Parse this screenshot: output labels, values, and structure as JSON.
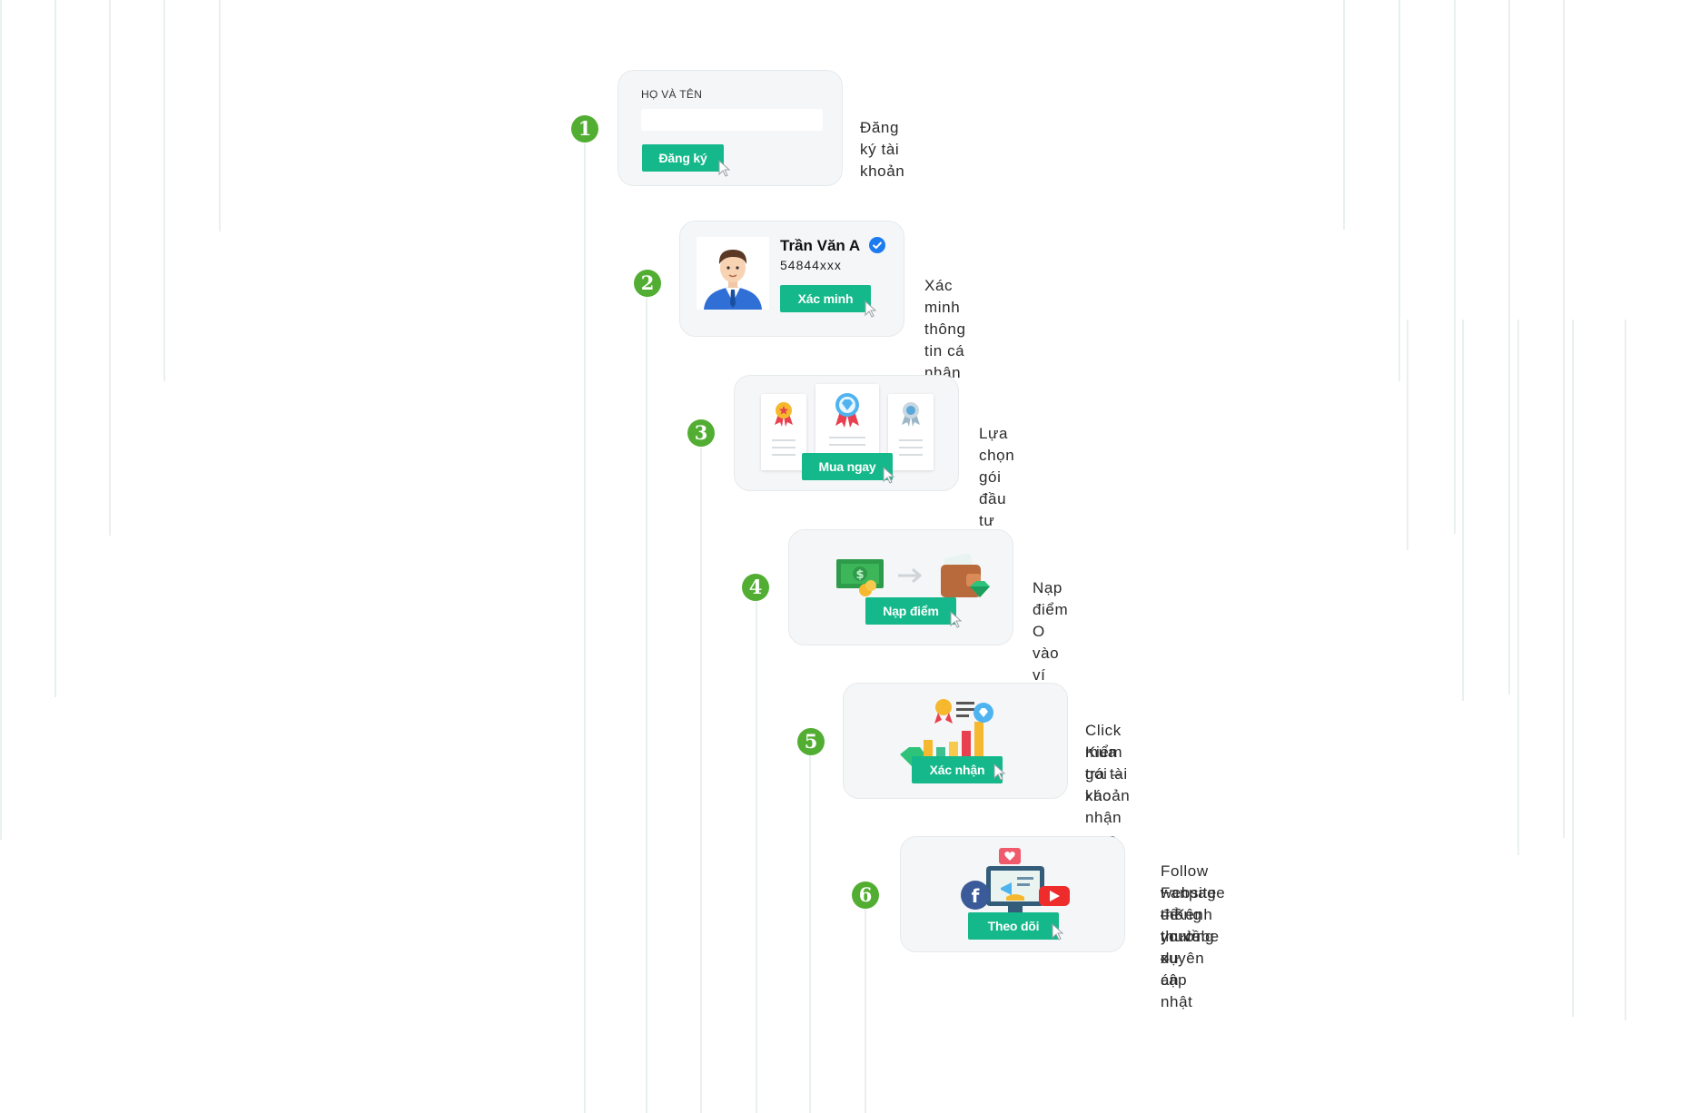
{
  "steps": [
    {
      "number": "1",
      "description": "Đăng ký tài khoản",
      "field_label": "HỌ VÀ TÊN",
      "button": "Đăng ký"
    },
    {
      "number": "2",
      "description": "Xác minh thông tin cá nhân",
      "name": "Trần Văn A",
      "id_number": "54844xxx",
      "button": "Xác minh"
    },
    {
      "number": "3",
      "description": "Lựa chọn gói đầu tư phù hợp",
      "button": "Mua ngay"
    },
    {
      "number": "4",
      "description": "Nạp điểm O vào ví",
      "button": "Nạp điểm"
    },
    {
      "number": "5",
      "description_line1": "Click mua gói – xác nhận mua gói –",
      "description_line2": "Kiểm tra tài khoản",
      "button": "Xác nhận"
    },
    {
      "number": "6",
      "description_line1": "Follow Fanpage – Kênh youtube –",
      "description_line2": "website để thường xuyên cập nhật",
      "description_line3": "thông tin về dự án",
      "button": "Theo dõi"
    }
  ],
  "colors": {
    "accent": "#14b88a",
    "step_badge": "#52ae32",
    "card_bg": "#f5f6f7"
  },
  "icons": [
    "checkmark-badge-icon",
    "pointer-cursor-icon",
    "medal-icon",
    "money-icon",
    "wallet-icon",
    "diamond-icon",
    "facebook-icon",
    "youtube-icon",
    "heart-icon",
    "megaphone-icon"
  ]
}
